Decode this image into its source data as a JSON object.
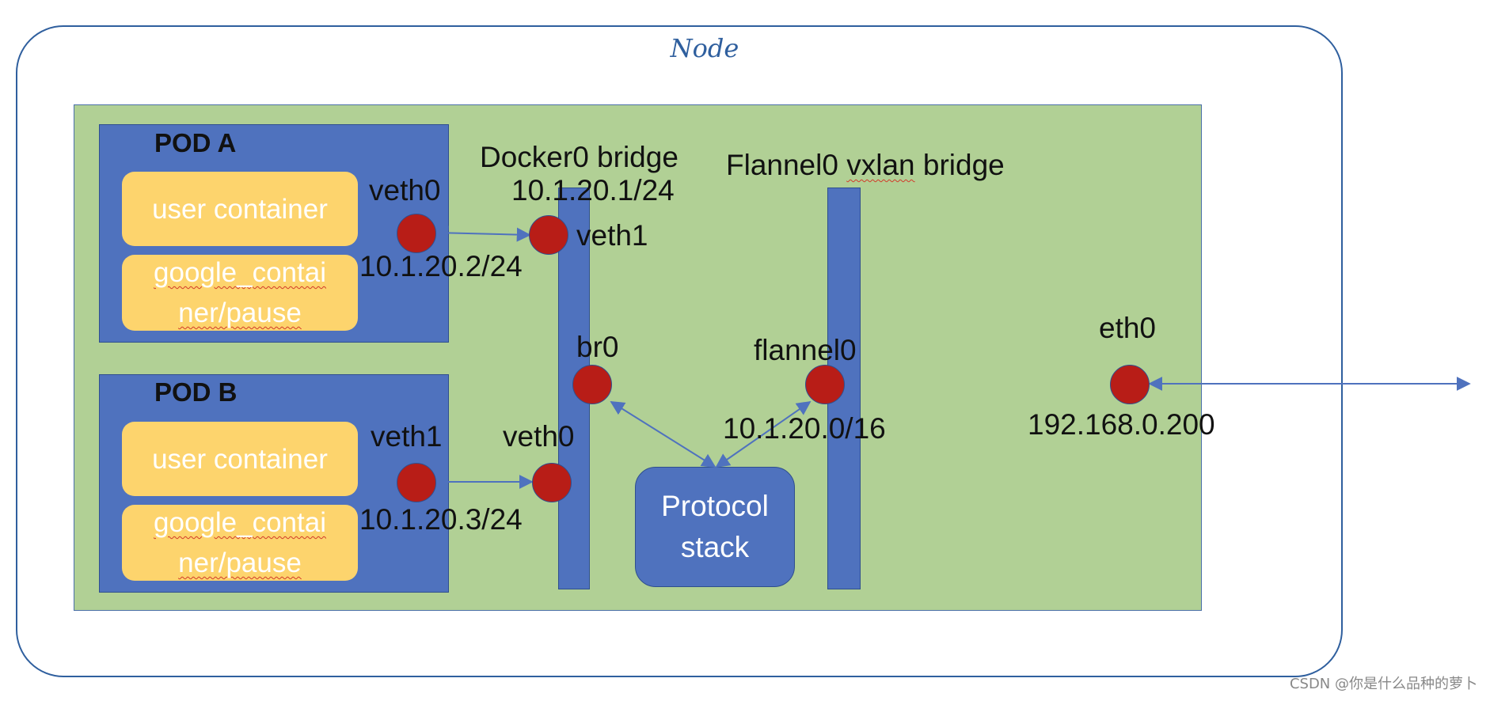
{
  "node": {
    "title": "Node"
  },
  "pods": [
    {
      "label": "POD A",
      "user_container": "user container",
      "pause_line1": "google_contai",
      "pause_line2": "ner/pause",
      "veth_label": "veth0",
      "ip": "10.1.20.2/24"
    },
    {
      "label": "POD B",
      "user_container": "user container",
      "pause_line1": "google_contai",
      "pause_line2": "ner/pause",
      "veth_label": "veth1",
      "ip": "10.1.20.3/24"
    }
  ],
  "docker_bridge": {
    "title": "Docker0 bridge",
    "ip": "10.1.20.1/24",
    "top_veth": "veth1",
    "bottom_veth": "veth0",
    "br": "br0"
  },
  "flannel_bridge": {
    "title_part1": "Flannel0 ",
    "title_part2": "vxlan",
    "title_part3": " bridge",
    "iface": "flannel0",
    "ip": "10.1.20.0/16"
  },
  "protocol_stack": {
    "line1": "Protocol",
    "line2": "stack"
  },
  "eth0": {
    "label": "eth0",
    "ip": "192.168.0.200"
  },
  "watermark": "CSDN @你是什么品种的萝卜",
  "colors": {
    "area": "#b1d095",
    "pod": "#4f72be",
    "container": "#fdd46d",
    "dot": "#b81d17",
    "line": "#4f72be",
    "frame": "#2f5f9e"
  }
}
